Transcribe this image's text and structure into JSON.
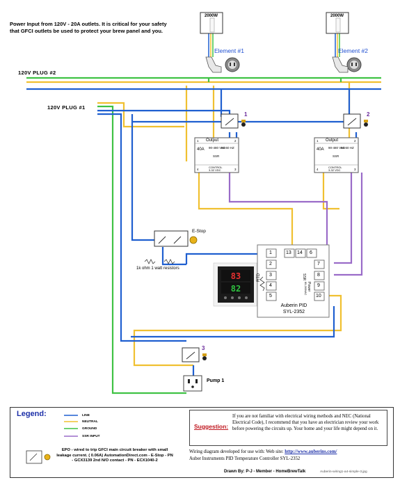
{
  "warning_text": "Power Input from 120V - 20A outlets. It is critical for your safety that GFCI outlets be used to protect your brew panel and you.",
  "plug2_label": "120V PLUG #2",
  "plug1_label": "120V PLUG #1",
  "element1": {
    "label": "Element #1",
    "wattage": "2000W"
  },
  "element2": {
    "label": "Element #2",
    "wattage": "2000W"
  },
  "switch_numbers": [
    "1",
    "2",
    "3"
  ],
  "ssr": {
    "output_label": "Output",
    "rating_amps": "40A",
    "rating_volts": "90-480 VAC",
    "rating_freq": "50-60 HZ",
    "type": "SSR",
    "control_label": "CONTROL",
    "control_range": "3-32 VDC",
    "terminals": [
      "1",
      "2",
      "3",
      "4"
    ]
  },
  "estop_label": "E-Stop",
  "resistor_label": "1k ohm 1 watt resistors",
  "pid": {
    "name": "Auberin PID",
    "model": "SYL-2352",
    "terminals_left": [
      "1",
      "2",
      "3",
      "4",
      "5"
    ],
    "terminals_right": [
      "13",
      "14",
      "6",
      "7",
      "8",
      "9",
      "10"
    ],
    "rtd_label": "RTD",
    "ssr_label": "SSR",
    "power_label": "Power",
    "power_range": "85-265VAC",
    "photo_pv": "83",
    "photo_sv": "82"
  },
  "pump_label": "Pump 1",
  "legend": {
    "title": "Legend:",
    "items": [
      {
        "label": "LINE",
        "color": "#1f5fd0"
      },
      {
        "label": "NEUTRAL",
        "color": "#f0c030"
      },
      {
        "label": "GROUND",
        "color": "#3fc244"
      },
      {
        "label": "SSR INPUT",
        "color": "#9a6bc8"
      }
    ]
  },
  "suggestion": {
    "label": "Suggestion:",
    "text": "If you are not familiar with electrical wiring methods and NEC (National Electrical Code), I recommend that you have an electrician review your work before powering the circuits up. Your home and your life might depend on it."
  },
  "website": {
    "prefix": "Wiring diagram developed for use with:     Web site: ",
    "url": "http://www.auberins.com/"
  },
  "auber_line": "Auber Instruments PID Temperature Controller SYL-2352",
  "epo_text": "EPO - wired to trip GFCI main circuit breaker with small leakage current. ( 0.06A) AutomationDirect.com - E-Stop - PN - GCX3139 2nd N/O contact - PN - ECX1040-2",
  "drawn_by": "Drawn By:  P-J  -  Member  -  HomeBrewTalk",
  "file_name": "Auberin-wiring1-a4-simple-3.jpg",
  "colors": {
    "line": "#1f5fd0",
    "neutral": "#f0c030",
    "ground": "#3fc244",
    "ssr_input": "#9a6bc8",
    "red_wire": "#d23030",
    "element_label": "#1f4fd1",
    "suggestion": "#c0161e"
  }
}
